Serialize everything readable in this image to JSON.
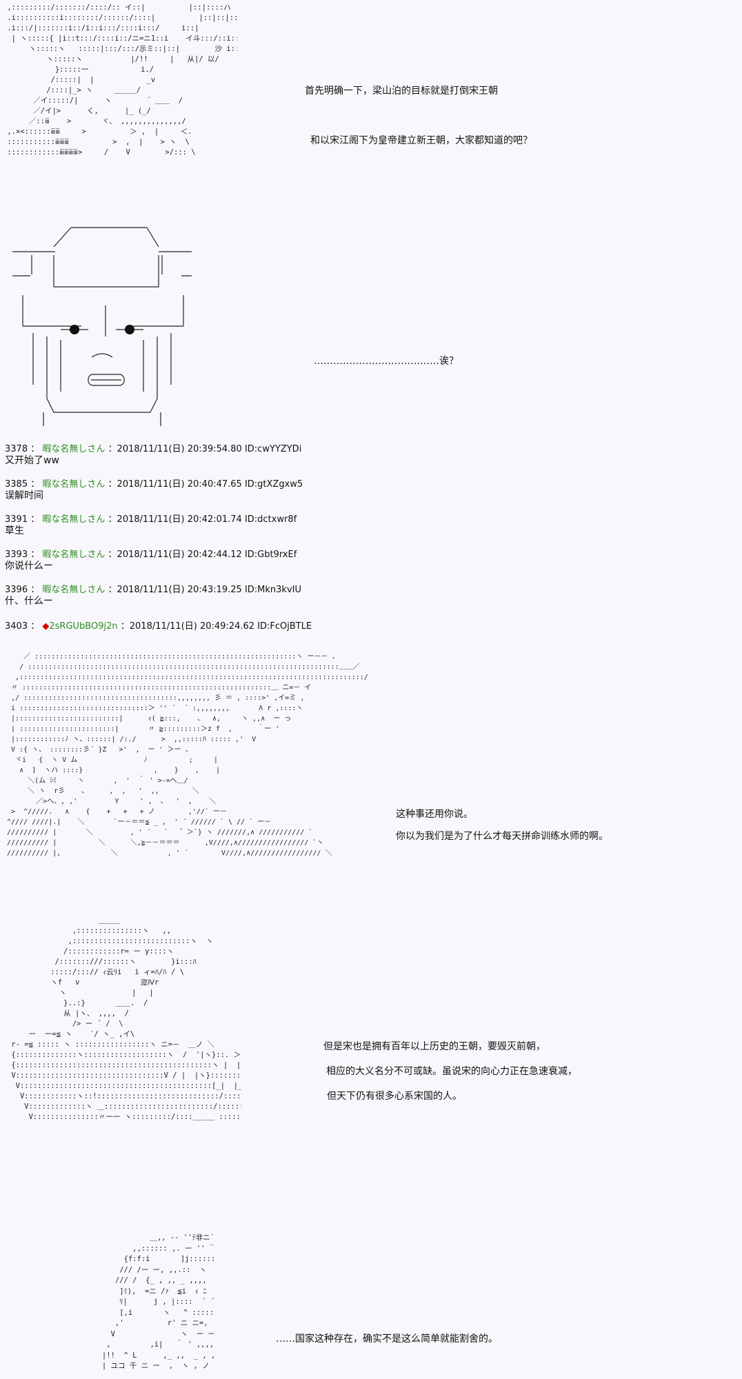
{
  "art": {
    "a1": " ,:::::::::/:::::::/::::/:: イ::|          |::|::::ハ\n .i::::::::::i::::::::/::::::/::::|          |::|::|::::/\\\n .i:::/|:::::::i::/i::i:::/::::i:::/     i::|          /::|::i::/\\\n  | ヽ:::::{ |i::t:::/::::i::/ニ=ニ1::i    イ斗:::/::i::/\\\n      ヽ:::::ヽ   :::::|:::/:::/示ミ::|::|        沙 i::i::/  ]/\n          ヽ:::::ヽ           |/!!     |   从|/ 以/\n            }:::::一            i./\n           /:::::|  |            _v\n          /::::|_> ヽ     ＿＿＿/\n       ／イ:::::/|      ヽ        ´ ＿＿  /\n       ／/イ|>      く,      |_ (_/\n      ／::ⅲ    >       ヾ、 ,,,,,,,,,,,,,,/\n ,.×<::::::ⅲⅲ     >          ＞ ,  |     ＜.\n :::::::::::ⅲⅲⅲ          >  ,  |    > ヽ  \\\n ::::::::::::ⅲⅲⅲⅲ>     /    V        >/::: \\",
    "a3": "      ／ ￣ ￣ ￣ ￣ ￣ ￣ ￣ ￣ ＼\n ＿＿＿/                         ヽ＿＿＿\n    |   |                         |   |\n ＿ /   |                         |    ＼＿\n    ヽ  |＿＿＿＿＿＿＿＿＿＿＿＿＿＿|  ／\n   /                                   ヽ\n  |                                     |\n  |＿＿＿＿/ ヽ           / ヽ＿＿＿＿＿|\n    |  |  |   |  |   |  |  |   |   |\n   |    |  |   |  |   |  |  |    |\n   |    |  | (  ｡｡ ) |  |   |   |\n    |   |  |  (＝＝＝)   |  |   |\n    |   |  |             |  |   |\n     |  |＼|＿＿＿＿＿＿＿|/ |\n     |  |                   |  |",
    "a4": "     ／ :::::::::::::::::::::::::::::::::::::::::::::::::::::::::::::::ヽ ー－－ 、\n    / :::::::::::::::::::::::::::::::::::::::::::::::::::::::::::::::::::::::::::＿＿／\n   ,:::::::::::::::::::::::::::::::::::::::::::::::::::::::::::::::::::::::::::::::::::/\n  〃 ::::::::::::::::::::::::::::::::::::::::::::::::::::::::::::＿ ニ=－ イ\n  ,/ :::::::::::::::::::::::::::::::::::::,,,,,,,, 彡 ＝ , ::::>' ,イ=ミ ,\n  i :::::::::::::::::::::::::::::::＞ '' ´  ´ :,,,,,,,,       Λ r ,::::ヽ\n  |:::::::::::::::::::::::::|      ｨ( ≧:::,    、  ∧,     ヽ ,,∧  ー っ\n  | :::::::::::::::::::::::|       〃 ≧:::::::::＞z f  ,      ｀ー '\n  |::::::::::::ﾉ ヽ、::::::| /:./      >  ,,:::::ﾊ ::::: ,'  V\n  V :{ ヽ、 ::::::::彡´ }Z   >'  ,  ー ' ＞ー 、\n   ヾi   {  ヽ V ム                ﾉ          ;     |\n    ∧  ]  ヽハ ::::}                 ,    }    ,    |\n      ＼(ム ｼﾐ     ヽ       ,  '  ｀ ' >-=へ＿/\n      ＼ ヽ  r彡    、     ,  ,   '  ,,        ＼\n        ／>へ、, ,'         Y     ' ,  、  '  ,    ＼\n  >  ^/////.   ∧    {    +   +   + ノ        ,'//` ー－\n ^//// ////|.|    ＼       `ー－＝＝≦ _ ,  ' ´ ////// ` \\ // ` ー－\n ////////// |       ＼         , ' ´   ´   ゛＞`} ヽ ///////,∧ /////////// `\n ////////// |          ＼      ＼,≧－－＝＝＝      ,V////,∧///////////////// `ヽ\n ////////// |,            ＼            , ' ´        V////,∧///////////////// ＼",
    "a5": "                     ＿＿＿\n               ,:::::::::::::::ヽ   ,,\n              ,:::::::::::::::::::::::::::ヽ  ヽ\n             /::::::::::::r= ー y::::ヽ\n           /:::::::///::::::ヽ        }i:::ﾊ\n          :::::/:::// ｨ云ﾘi   i ィ=ﾊ/ﾊ / \\\n          ヽf   v              迩Ⅳr\n            ヽ               |   |\n             }..:}       ＿＿.  /\n             从 |ヽ、 ,,,,  /\n               /> ー ´ /  \\\n     ー  ー=≦ ヽ    ′/ ヽ_ ,イ\\\n r- =≦ ::::: ヽ :::::::::::::::::ヽ ニ=－  ＿ノ ＼\n {::::::::::::::ヽ:::::::::::::::::::ヽ  /  '|ヽ}::. ＞\n {:::::::::::::::::::::::::::::::::::::::::::::ヽ |  |  ヽ::::::::::::＞-\n V::::::::::::::::::::::::::::::::::V / |  |ヽ}::::::::::::::::\n  V::::::::::::::::::::::::::::::::::::::::::::[_|  |__|/:::::::::::::::|\n   V::::::::::::ヽ::!::::::::::::::::::::::::::::/::::::::::::::::::|\n    V:::::::::::::ヽ ＿:::::::::::::::::::::::::/::::::::::::::::::::::|\n     V:::::::::::::::〃ー一 ヽ:::::::::/::::＿＿＿ :::::::::|\n       V:::::::::::{ミ ニ      ヽ ー=≦::::::::::::'-..,.::::|",
    "a6": "                 ＿,, -- ''ﾃ非ニ` ヽ\n             ,,:::::: ,. ー '' ￣ ｀ ヽ\n           {f:f:i       ]j:::::::::::.:::::::\n          /// /ー ー, ,,.::  ヽ  :ﾊ:::::\n         /// /  {_ , ,, _ ,,,,  ,,,, ,,-:|::::\n          ]ﾐ),  =ニ /ｧ  ≦i  ｨ ﾆ  ,r::jj\n          ﾘ|      j , |::::  ´ ´ /:::::::\n          [,i       ヽ   ^ ::::::: / :::::|/\n         ,'          r' ニ ニ=,  ,  ,'.f:::|\n        V               ヽ  ー ー,.. ﾉ ::::l\n       ,         ,i|   ｀ ' ,,,, ,, ,, ,, ,,{\n      |!!  ^ L      ,_ ,,  _ , ,      ,|::\n      | ユコ 千 ニ ー  ,  ヽ , ノ     ,"
  },
  "dialogue": {
    "d1": "首先明确一下，梁山泊的目标就是打倒宋王朝",
    "d2": "和以宋江阁下为皇帝建立新王朝，大家都知道的吧？",
    "d3": "…………………………………诶？",
    "d4": "这种事还用你说。",
    "d5": "你以为我们是为了什么才每天拼命训练水师的啊。",
    "d6": "但是宋也是拥有百年以上历史的王朝，要毁灭前朝，",
    "d7": "相应的大义名分不可或缺。虽说宋的向心力正在急速衰减，",
    "d8": "但天下仍有很多心系宋国的人。",
    "d9": "……国家这种存在，确实不是这么简单就能割舍的。"
  },
  "posts": [
    {
      "num": "3378",
      "name": "暇な名無しさん",
      "date": "2018/11/11(日) 20:39:54.80",
      "id": "ID:cwYYZYDi",
      "body": "又开始了ww"
    },
    {
      "num": "3385",
      "name": "暇な名無しさん",
      "date": "2018/11/11(日) 20:40:47.65",
      "id": "ID:gtXZgxw5",
      "body": "误解时间"
    },
    {
      "num": "3391",
      "name": "暇な名無しさん",
      "date": "2018/11/11(日) 20:42:01.74",
      "id": "ID:dctxwr8f",
      "body": "草生"
    },
    {
      "num": "3393",
      "name": "暇な名無しさん",
      "date": "2018/11/11(日) 20:42:44.12",
      "id": "ID:Gbt9rxEf",
      "body": "你说什么ー"
    },
    {
      "num": "3396",
      "name": "暇な名無しさん",
      "date": "2018/11/11(日) 20:43:19.25",
      "id": "ID:Mkn3kvIU",
      "body": "什、什么ー"
    }
  ],
  "op_post": {
    "num": "3403",
    "mark": "◆",
    "trip": "2sRGUbBO9j2n",
    "date": "2018/11/11(日) 20:49:24.62",
    "id": "ID:FcOjBTLE"
  },
  "sep": " ：",
  "colors": {
    "name_green": "#2e8b22",
    "trip_red": "#d00000"
  }
}
